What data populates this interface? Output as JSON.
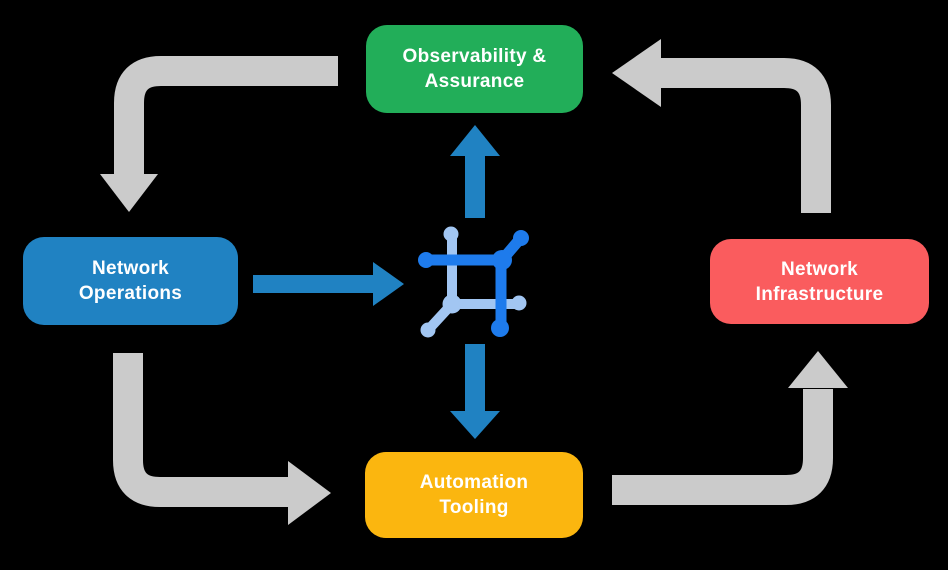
{
  "diagram": {
    "background_color": "#000000",
    "text_color": "#FFFFFF",
    "nodes": [
      {
        "id": "observability-assurance",
        "label": "Observability & Assurance",
        "lines": [
          "Observability &",
          "Assurance"
        ],
        "color": "#22AE59"
      },
      {
        "id": "network-operations",
        "label": "Network Operations",
        "lines": [
          "Network",
          "Operations"
        ],
        "color": "#2082C2"
      },
      {
        "id": "network-infrastructure",
        "label": "Network Infrastructure",
        "lines": [
          "Network",
          "Infrastructure"
        ],
        "color": "#FA5C5E"
      },
      {
        "id": "automation-tooling",
        "label": "Automation Tooling",
        "lines": [
          "Automation",
          "Tooling"
        ],
        "color": "#FBB60F"
      }
    ],
    "center_icon": {
      "name": "network-mesh-icon",
      "dark_color": "#1E7BEC",
      "light_color": "#A2C6F2"
    },
    "flows": [
      {
        "from": "observability-assurance",
        "to": "network-operations",
        "style": "elbow",
        "color": "#CBCBCB"
      },
      {
        "from": "network-infrastructure",
        "to": "observability-assurance",
        "style": "elbow",
        "color": "#CBCBCB"
      },
      {
        "from": "network-operations",
        "to": "automation-tooling",
        "style": "elbow",
        "color": "#CBCBCB"
      },
      {
        "from": "automation-tooling",
        "to": "network-infrastructure",
        "style": "elbow",
        "color": "#CBCBCB"
      },
      {
        "from": "network-operations",
        "to": "center-icon",
        "style": "straight",
        "color": "#2082C2"
      },
      {
        "from": "center-icon",
        "to": "observability-assurance",
        "style": "straight",
        "color": "#2082C2"
      },
      {
        "from": "center-icon",
        "to": "automation-tooling",
        "style": "straight",
        "color": "#2082C2"
      }
    ]
  }
}
